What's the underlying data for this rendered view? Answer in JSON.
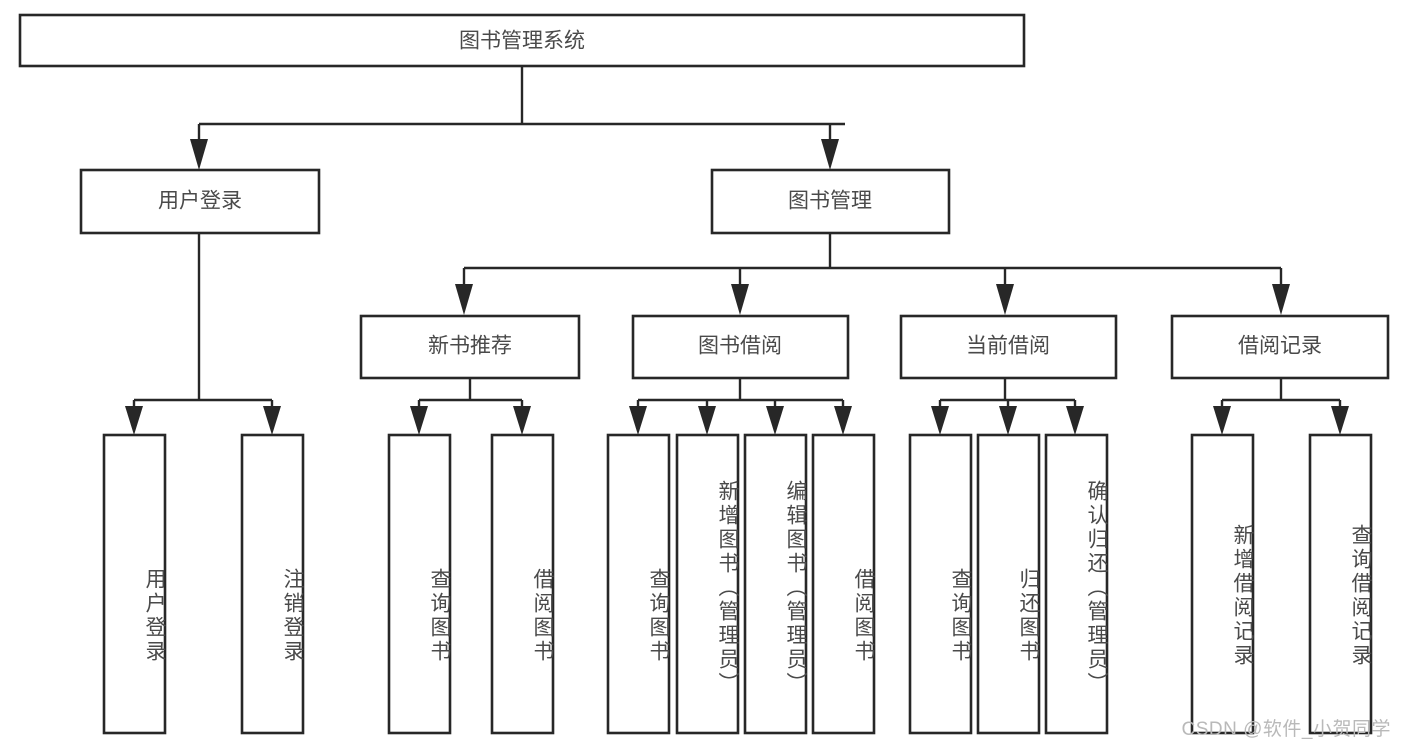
{
  "diagram": {
    "type": "tree",
    "title": "图书管理系统",
    "orientation": "top-down",
    "watermark": "CSDN @软件_小贺同学",
    "colors": {
      "box_stroke": "#272727",
      "box_fill": "#ffffff",
      "label_text": "#4a4a4a",
      "connector": "#272727",
      "watermark_text": "#b9b9b9",
      "background": "#ffffff"
    },
    "root": {
      "label": "图书管理系统",
      "id": "root-library-system"
    },
    "level2": [
      {
        "id": "user-login",
        "label": "用户登录"
      },
      {
        "id": "book-management",
        "label": "图书管理"
      }
    ],
    "level3": [
      {
        "id": "new-book-recommend",
        "label": "新书推荐",
        "parent": "book-management"
      },
      {
        "id": "book-borrow",
        "label": "图书借阅",
        "parent": "book-management"
      },
      {
        "id": "current-borrow",
        "label": "当前借阅",
        "parent": "book-management"
      },
      {
        "id": "borrow-record",
        "label": "借阅记录",
        "parent": "book-management"
      }
    ],
    "leaves": [
      {
        "id": "leaf-user-login",
        "label": "用户登录",
        "parent": "user-login"
      },
      {
        "id": "leaf-logout-login",
        "label": "注销登录",
        "parent": "user-login"
      },
      {
        "id": "leaf-query-book-1",
        "label": "查询图书",
        "parent": "new-book-recommend"
      },
      {
        "id": "leaf-borrow-book-1",
        "label": "借阅图书",
        "parent": "new-book-recommend"
      },
      {
        "id": "leaf-query-book-2",
        "label": "查询图书",
        "parent": "book-borrow"
      },
      {
        "id": "leaf-add-book-admin",
        "label": "新增图书（管理员）",
        "parent": "book-borrow"
      },
      {
        "id": "leaf-edit-book-admin",
        "label": "编辑图书（管理员）",
        "parent": "book-borrow"
      },
      {
        "id": "leaf-borrow-book-2",
        "label": "借阅图书",
        "parent": "book-borrow"
      },
      {
        "id": "leaf-query-book-3",
        "label": "查询图书",
        "parent": "current-borrow"
      },
      {
        "id": "leaf-return-book",
        "label": "归还图书",
        "parent": "current-borrow"
      },
      {
        "id": "leaf-confirm-return-admin",
        "label": "确认归还（管理员）",
        "parent": "current-borrow"
      },
      {
        "id": "leaf-add-borrow-record",
        "label": "新增借阅记录",
        "parent": "borrow-record"
      },
      {
        "id": "leaf-query-borrow-record",
        "label": "查询借阅记录",
        "parent": "borrow-record"
      }
    ]
  }
}
